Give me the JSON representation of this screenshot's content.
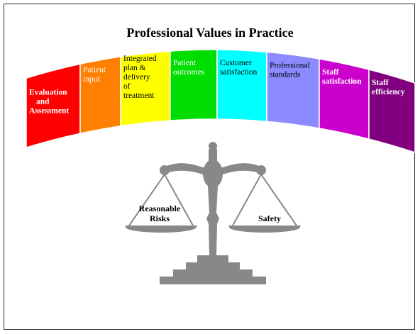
{
  "title": "Professional Values in Practice",
  "arch_segments": [
    {
      "lines": [
        "Evaluation",
        "and",
        "Assessment"
      ],
      "color": "#ff0000",
      "text_color": "#ffffff",
      "bold": true
    },
    {
      "lines": [
        "Patient",
        "input"
      ],
      "color": "#ff8000",
      "text_color": "#ffffff",
      "bold": false
    },
    {
      "lines": [
        "Integrated",
        "plan &",
        "delivery",
        "of",
        "treatment"
      ],
      "color": "#ffff00",
      "text_color": "#000000",
      "bold": false
    },
    {
      "lines": [
        "Patient",
        "outcomes"
      ],
      "color": "#00dd00",
      "text_color": "#ffffff",
      "bold": false
    },
    {
      "lines": [
        "Customer",
        "satisfaction"
      ],
      "color": "#00ffff",
      "text_color": "#000000",
      "bold": false
    },
    {
      "lines": [
        "Professional",
        "standards"
      ],
      "color": "#8b8bff",
      "text_color": "#000000",
      "bold": false
    },
    {
      "lines": [
        "Staff",
        "satisfaction"
      ],
      "color": "#cc00cc",
      "text_color": "#ffffff",
      "bold": true
    },
    {
      "lines": [
        "Staff",
        "efficiency"
      ],
      "color": "#800080",
      "text_color": "#ffffff",
      "bold": true
    }
  ],
  "scale": {
    "left_label": [
      "Reasonable",
      "Risks"
    ],
    "right_label": [
      "Safety"
    ],
    "color": "#888888"
  }
}
